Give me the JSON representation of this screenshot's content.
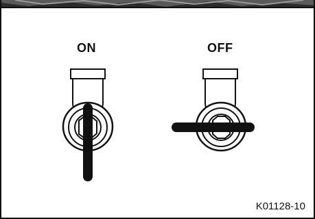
{
  "labels": {
    "on": "ON",
    "off": "OFF"
  },
  "figure_code": "K01128-10"
}
